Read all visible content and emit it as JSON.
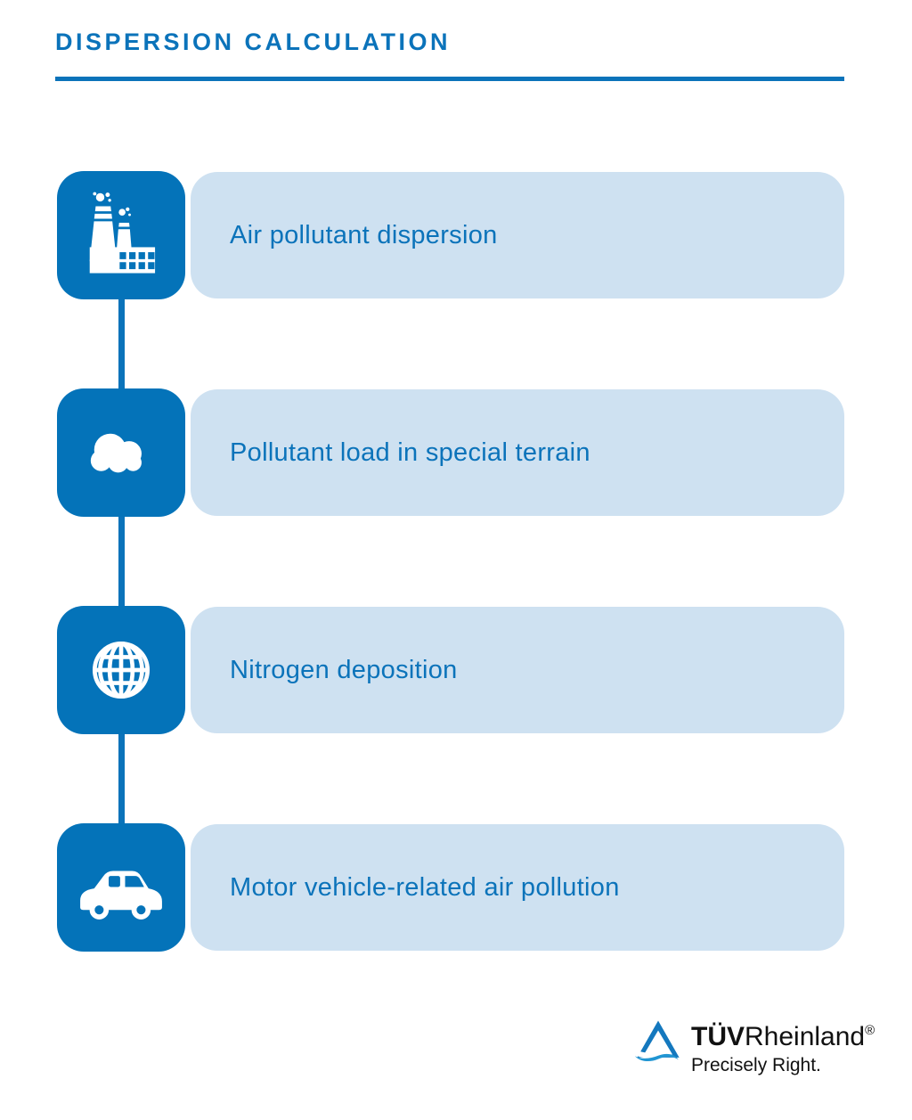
{
  "page": {
    "title": "DISPERSION CALCULATION"
  },
  "colors": {
    "brand_blue": "#0B73BA",
    "tile_blue": "#0473B9",
    "light_blue": "#CEE1F1",
    "logo_triangle_blue": "#1478BE",
    "logo_wave_blue": "#2196D3",
    "text_black": "#111111"
  },
  "steps": [
    {
      "icon": "factory-icon",
      "label": "Air pollutant dispersion"
    },
    {
      "icon": "cloud-icon",
      "label": "Pollutant load in special terrain"
    },
    {
      "icon": "globe-icon",
      "label": "Nitrogen deposition"
    },
    {
      "icon": "car-icon",
      "label": "Motor vehicle-related air pollution"
    }
  ],
  "logo": {
    "brand_bold": "TÜV",
    "brand_regular": "Rheinland",
    "registered_mark": "®",
    "tagline": "Precisely Right."
  }
}
